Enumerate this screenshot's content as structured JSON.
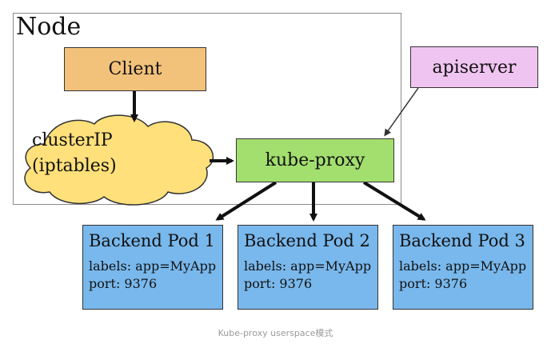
{
  "node": {
    "label": "Node"
  },
  "client": {
    "label": "Client"
  },
  "cluster_ip": {
    "line1": "clusterIP",
    "line2": "(iptables)"
  },
  "kube_proxy": {
    "label": "kube-proxy"
  },
  "apiserver": {
    "label": "apiserver"
  },
  "pods": [
    {
      "title": "Backend Pod 1",
      "labels": "labels: app=MyApp",
      "port": "port: 9376"
    },
    {
      "title": "Backend Pod 2",
      "labels": "labels: app=MyApp",
      "port": "port: 9376"
    },
    {
      "title": "Backend Pod 3",
      "labels": "labels: app=MyApp",
      "port": "port: 9376"
    }
  ],
  "caption": "Kube-proxy userspace模式",
  "colors": {
    "client": "#f2c27b",
    "cluster_ip": "#ffe07a",
    "kube_proxy": "#a3df6f",
    "apiserver": "#f0c4f0",
    "pod": "#79b8ec"
  }
}
